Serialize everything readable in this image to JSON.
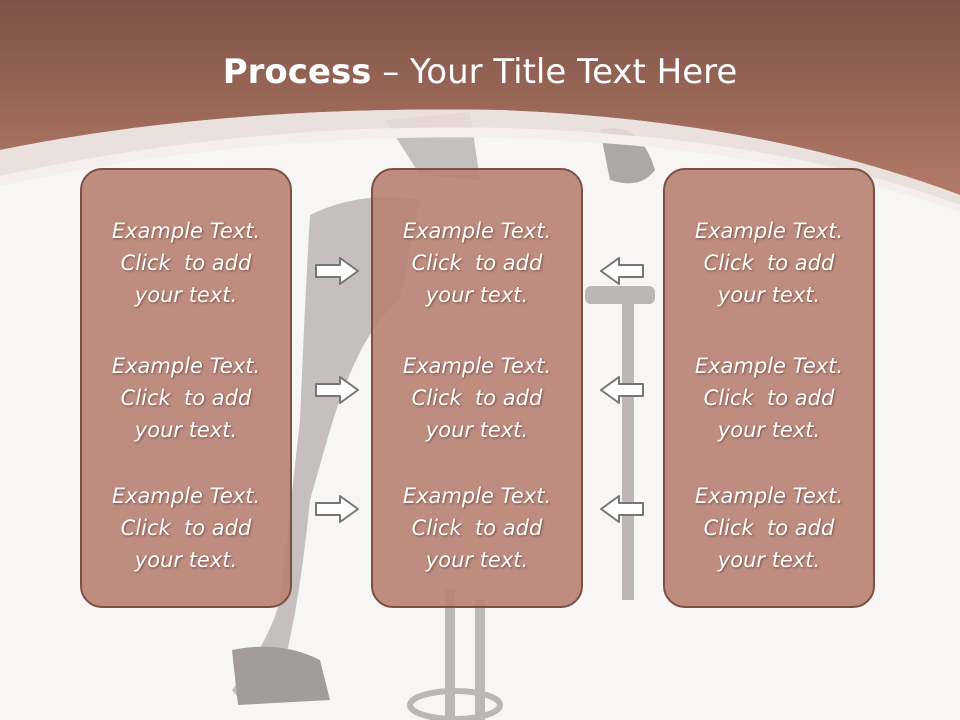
{
  "slide": {
    "title_bold": "Process",
    "title_rest": " – Your Title Text Here",
    "columns": [
      {
        "items": [
          {
            "line1": "Example Text.",
            "line2": "Click  to add",
            "line3": "your text."
          },
          {
            "line1": "Example Text.",
            "line2": "Click  to add",
            "line3": "your text."
          },
          {
            "line1": "Example Text.",
            "line2": "Click  to add",
            "line3": "your text."
          }
        ]
      },
      {
        "items": [
          {
            "line1": "Example Text.",
            "line2": "Click  to add",
            "line3": "your text."
          },
          {
            "line1": "Example Text.",
            "line2": "Click  to add",
            "line3": "your text."
          },
          {
            "line1": "Example Text.",
            "line2": "Click  to add",
            "line3": "your text."
          }
        ]
      },
      {
        "items": [
          {
            "line1": "Example Text.",
            "line2": "Click  to add",
            "line3": "your text."
          },
          {
            "line1": "Example Text.",
            "line2": "Click  to add",
            "line3": "your text."
          },
          {
            "line1": "Example Text.",
            "line2": "Click  to add",
            "line3": "your text."
          }
        ]
      }
    ],
    "arrows": {
      "left": [
        "arrow-right-icon",
        "arrow-right-icon",
        "arrow-right-icon"
      ],
      "right": [
        "arrow-left-icon",
        "arrow-left-icon",
        "arrow-left-icon"
      ]
    },
    "colors": {
      "header_band": "#a9715f",
      "box_fill": "#b88272",
      "box_border": "#7d4f45",
      "background": "#f8f6f5"
    }
  }
}
